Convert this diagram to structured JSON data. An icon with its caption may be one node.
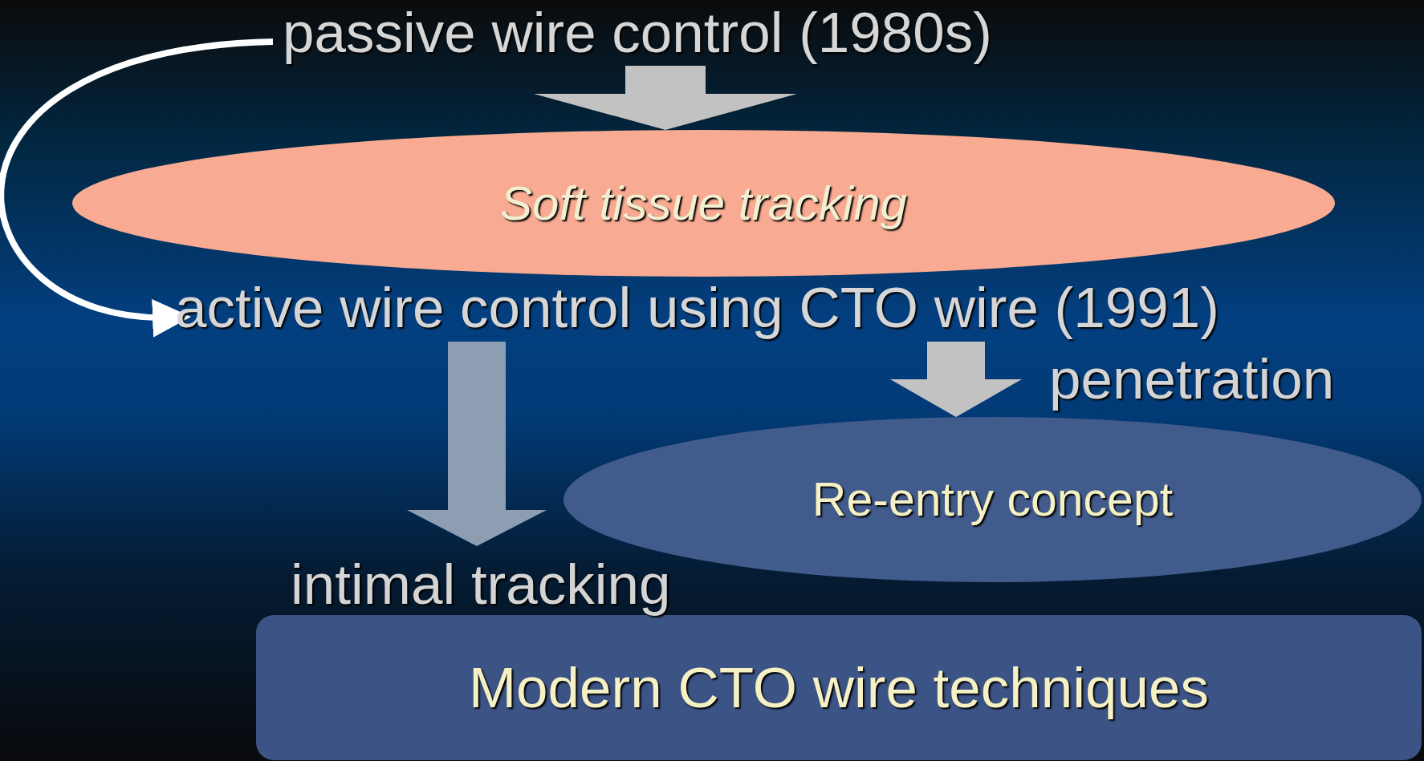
{
  "diagram": {
    "nodes": [
      {
        "text": [
          "passive wire control (1980s)"
        ]
      },
      {
        "text": [
          "Soft tissue tracking"
        ]
      },
      {
        "text": [
          "active wire control using CTO wire (1991)"
        ]
      },
      {
        "text": [
          "Re-entry concept"
        ]
      },
      {
        "text": [
          "Modern CTO wire techniques"
        ]
      }
    ],
    "edges": [
      {
        "from": 0,
        "to": 1,
        "arrow": "to"
      },
      {
        "from": 0,
        "to": 2,
        "arrow": "to",
        "color": "#ffffff"
      },
      {
        "from": 2,
        "to": 3,
        "arrow": "to",
        "label": "penetration"
      },
      {
        "from": 2,
        "to": 4,
        "arrow": "to",
        "label": "intimal tracking",
        "color": "#8d9db2"
      }
    ]
  }
}
